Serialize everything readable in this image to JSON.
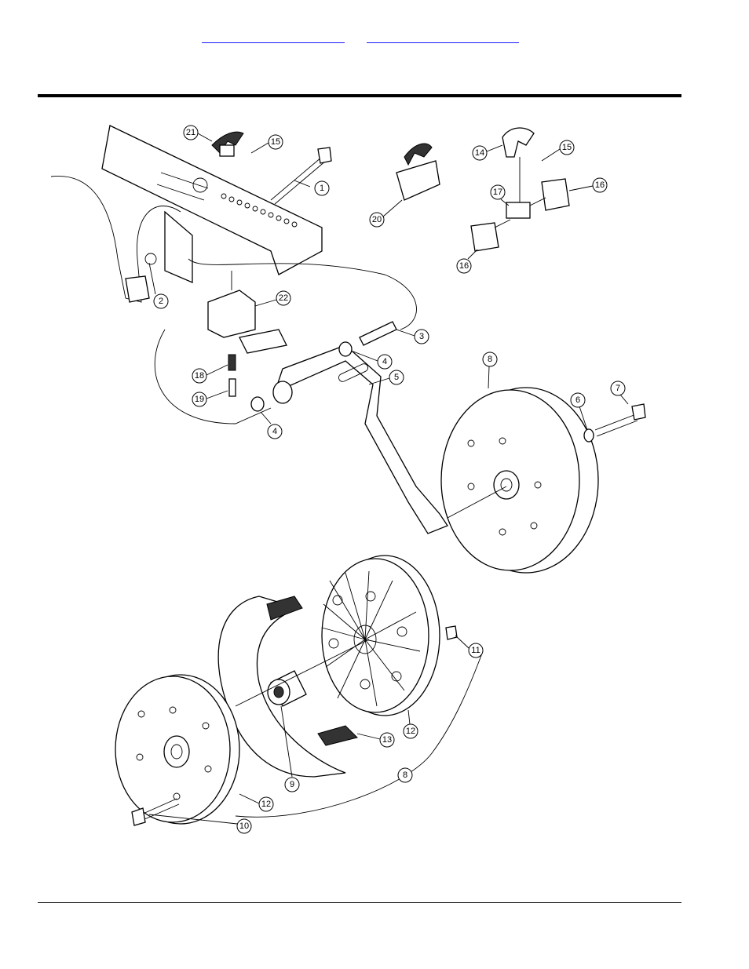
{
  "nav": {
    "link_1": "",
    "link_2": ""
  },
  "callouts": [
    "1",
    "2",
    "3",
    "4",
    "4",
    "5",
    "6",
    "7",
    "8",
    "8",
    "9",
    "10",
    "11",
    "12",
    "12",
    "13",
    "14",
    "15",
    "15",
    "16",
    "16",
    "17",
    "18",
    "19",
    "20",
    "21",
    "22"
  ]
}
